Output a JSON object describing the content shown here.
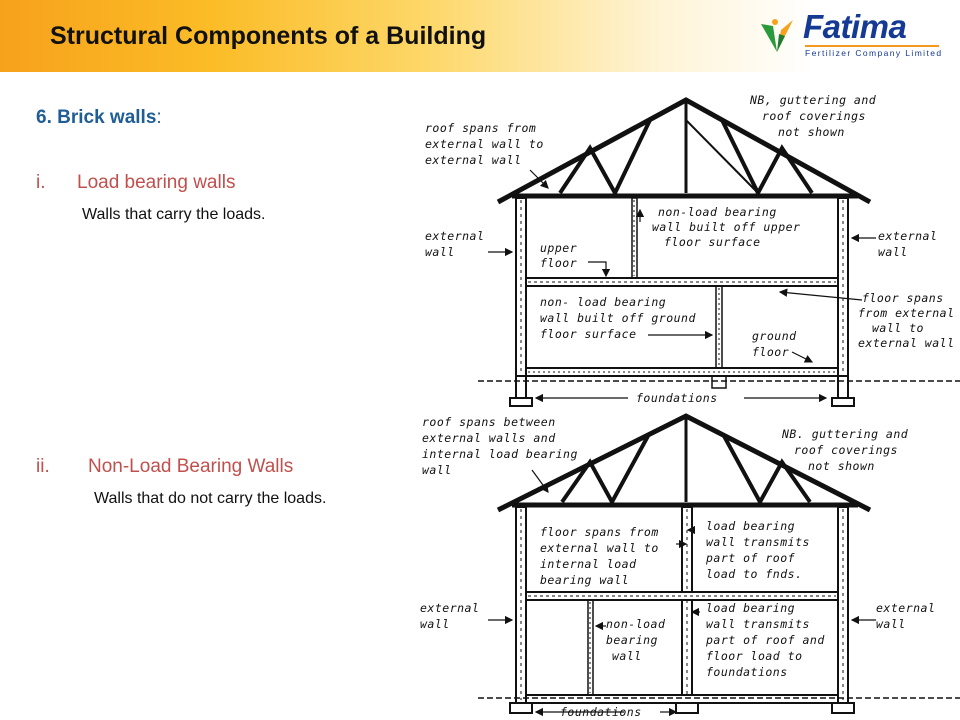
{
  "header": {
    "title": "Structural Components of a Building",
    "logo": {
      "name": "Fatima",
      "sub": "Fertilizer Company Limited"
    }
  },
  "content": {
    "heading": "6. Brick walls",
    "heading_colon": ":",
    "items": [
      {
        "marker": "i.",
        "title": "Load bearing walls",
        "desc": "Walls that carry the loads."
      },
      {
        "marker": "ii.",
        "title": "Non-Load Bearing Walls",
        "desc": "Walls that do not carry the loads."
      }
    ]
  },
  "diagram_top": {
    "note": [
      "NB, guttering and",
      "roof coverings",
      "not shown"
    ],
    "roof_spans": [
      "roof spans from",
      "external wall to",
      "external wall"
    ],
    "external_left": [
      "external",
      "wall"
    ],
    "external_right": [
      "external",
      "wall"
    ],
    "nonload_upper": [
      "non-load bearing",
      "wall built off upper",
      "floor surface"
    ],
    "upper_floor": [
      "upper",
      "floor"
    ],
    "nonload_ground": [
      "non- load bearing",
      "wall built off ground",
      "floor surface"
    ],
    "floor_spans": [
      "floor spans",
      "from external",
      "wall to",
      "external wall"
    ],
    "ground_floor": [
      "ground",
      "floor"
    ],
    "foundations": "foundations"
  },
  "diagram_bottom": {
    "roof_spans": [
      "roof spans between",
      "external walls and",
      "internal load bearing",
      "wall"
    ],
    "note": [
      "NB. guttering and",
      "roof coverings",
      "not shown"
    ],
    "floor_spans": [
      "floor spans from",
      "external wall to",
      "internal load",
      "bearing wall"
    ],
    "lb_roof": [
      "load bearing",
      "wall transmits",
      "part of roof",
      "load to fnds."
    ],
    "external_left": [
      "external",
      "wall"
    ],
    "external_right": [
      "external",
      "wall"
    ],
    "nonload": [
      "non-load",
      "bearing",
      "wall"
    ],
    "lb_floor": [
      "load bearing",
      "wall transmits",
      "part of roof and",
      "floor load to",
      "foundations"
    ],
    "foundations": "foundations"
  }
}
